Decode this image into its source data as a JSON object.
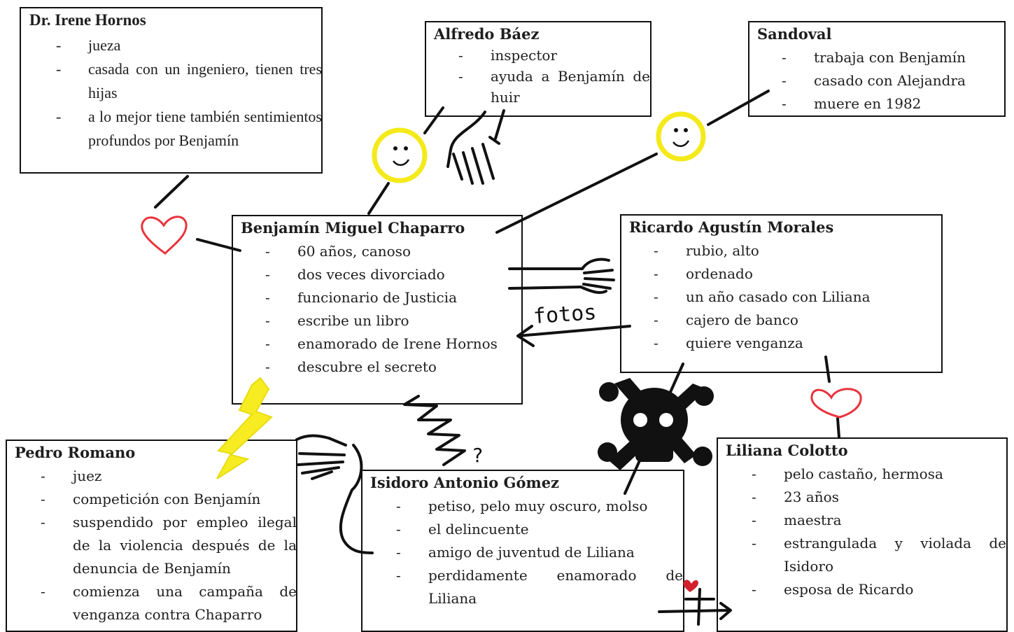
{
  "cards": {
    "irene": {
      "name": "Dr. Irene Hornos",
      "items": [
        "jueza",
        "casada con un ingeniero, tienen tres hijas",
        "a lo mejor tiene también sentimientos profundos por Benjamín"
      ]
    },
    "alfredo": {
      "name": "Alfredo Báez",
      "items": [
        "inspector",
        "ayuda a Benjamín de huir"
      ]
    },
    "sandoval": {
      "name": "Sandoval",
      "items": [
        "trabaja con Benjamín",
        "casado con Alejandra",
        "muere en 1982"
      ]
    },
    "benjamin": {
      "name": "Benjamín Miguel Chaparro",
      "items": [
        "60 años, canoso",
        "dos veces divorciado",
        "funcionario de Justicia",
        "escribe un libro",
        "enamorado de Irene Hornos",
        "descubre el secreto"
      ]
    },
    "ricardo": {
      "name": "Ricardo Agustín Morales",
      "items": [
        "rubio, alto",
        "ordenado",
        "un año casado con Liliana",
        "cajero de banco",
        "quiere venganza"
      ]
    },
    "pedro": {
      "name": "Pedro Romano",
      "items": [
        "juez",
        "competición con Benjamín",
        "suspendido por empleo ilegal de la violencia después de la denuncia de Benjamín",
        "comienza una campaña de venganza contra Chaparro"
      ]
    },
    "isidoro": {
      "name": "Isidoro Antonio Gómez",
      "items": [
        "petiso, pelo muy oscuro, molso",
        "el delincuente",
        "amigo de juventud de Liliana",
        "perdidamente enamorado de Liliana"
      ]
    },
    "liliana": {
      "name": "Liliana Colotto",
      "items": [
        "pelo castaño, hermosa",
        "23 años",
        "maestra",
        "estrangulada y violada de Isidoro",
        "esposa de Ricardo"
      ]
    }
  },
  "annotations": {
    "fotos": "fotos",
    "question": "?"
  },
  "icons": [
    "heart-icon",
    "smiley-icon",
    "hand-icon",
    "skull-crossbones-icon",
    "lightning-icon",
    "spring-icon",
    "cross-icon",
    "arrow-icon"
  ],
  "colors": {
    "heart": "#e8333c",
    "smiley": "#f4ea1a",
    "lightning": "#f7ec21",
    "ink": "#111111"
  }
}
